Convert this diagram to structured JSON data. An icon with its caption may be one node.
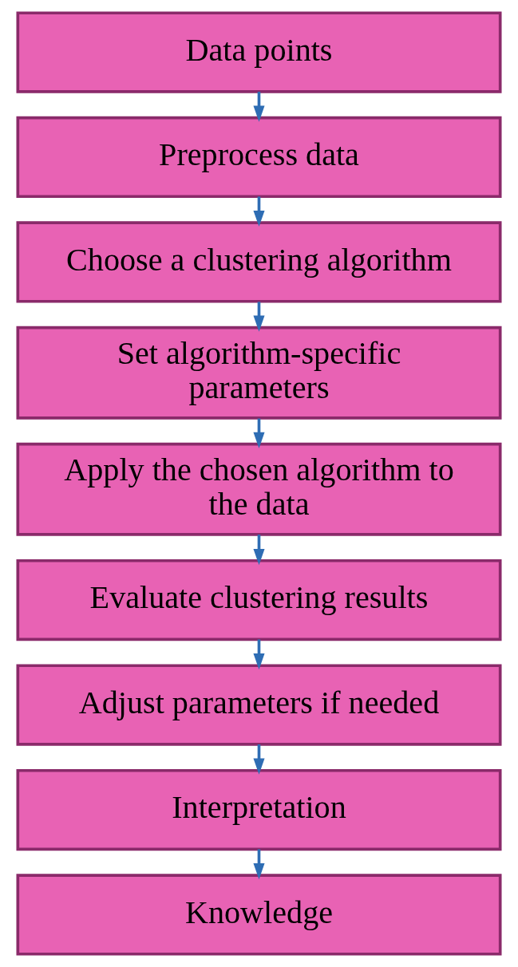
{
  "diagram": {
    "nodes": [
      {
        "text": [
          "Data points"
        ]
      },
      {
        "text": [
          "Preprocess data"
        ]
      },
      {
        "text": [
          "Choose a clustering algorithm"
        ]
      },
      {
        "text": [
          "Set algorithm-specific parameters"
        ]
      },
      {
        "text": [
          "Apply the chosen algorithm to the data"
        ]
      },
      {
        "text": [
          "Evaluate clustering results"
        ]
      },
      {
        "text": [
          "Adjust parameters if needed"
        ]
      },
      {
        "text": [
          "Interpretation"
        ]
      },
      {
        "text": [
          "Knowledge"
        ]
      }
    ],
    "edges": [
      {
        "from": 0,
        "to": 1,
        "arrow": "to"
      },
      {
        "from": 1,
        "to": 2,
        "arrow": "to"
      },
      {
        "from": 2,
        "to": 3,
        "arrow": "to"
      },
      {
        "from": 3,
        "to": 4,
        "arrow": "to"
      },
      {
        "from": 4,
        "to": 5,
        "arrow": "to"
      },
      {
        "from": 5,
        "to": 6,
        "arrow": "to"
      },
      {
        "from": 6,
        "to": 7,
        "arrow": "to"
      },
      {
        "from": 7,
        "to": 8,
        "arrow": "to"
      }
    ]
  }
}
